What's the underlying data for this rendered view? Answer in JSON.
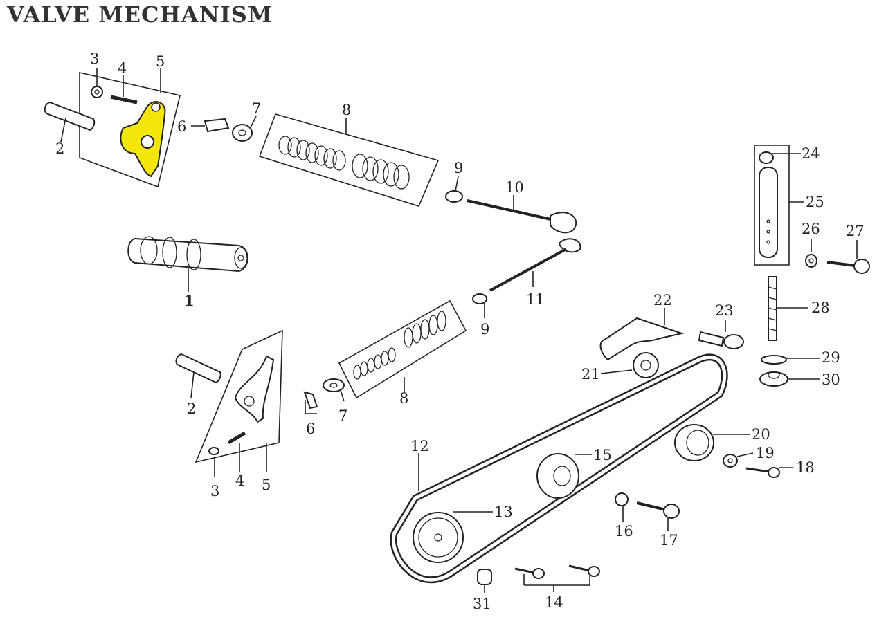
{
  "title": "VALVE MECHANISM",
  "highlight_color": "#f5e60a",
  "labels": {
    "l1": "1",
    "l2a": "2",
    "l2b": "2",
    "l3a": "3",
    "l3b": "3",
    "l4a": "4",
    "l4b": "4",
    "l5a": "5",
    "l5b": "5",
    "l6a": "6",
    "l6b": "6",
    "l7a": "7",
    "l7b": "7",
    "l8a": "8",
    "l8b": "8",
    "l9a": "9",
    "l9b": "9",
    "l10": "10",
    "l11": "11",
    "l12": "12",
    "l13": "13",
    "l14": "14",
    "l15": "15",
    "l16": "16",
    "l17": "17",
    "l18": "18",
    "l19": "19",
    "l20": "20",
    "l21": "21",
    "l22": "22",
    "l23": "23",
    "l24": "24",
    "l25": "25",
    "l26": "26",
    "l27": "27",
    "l28": "28",
    "l29": "29",
    "l30": "30",
    "l31": "31"
  }
}
